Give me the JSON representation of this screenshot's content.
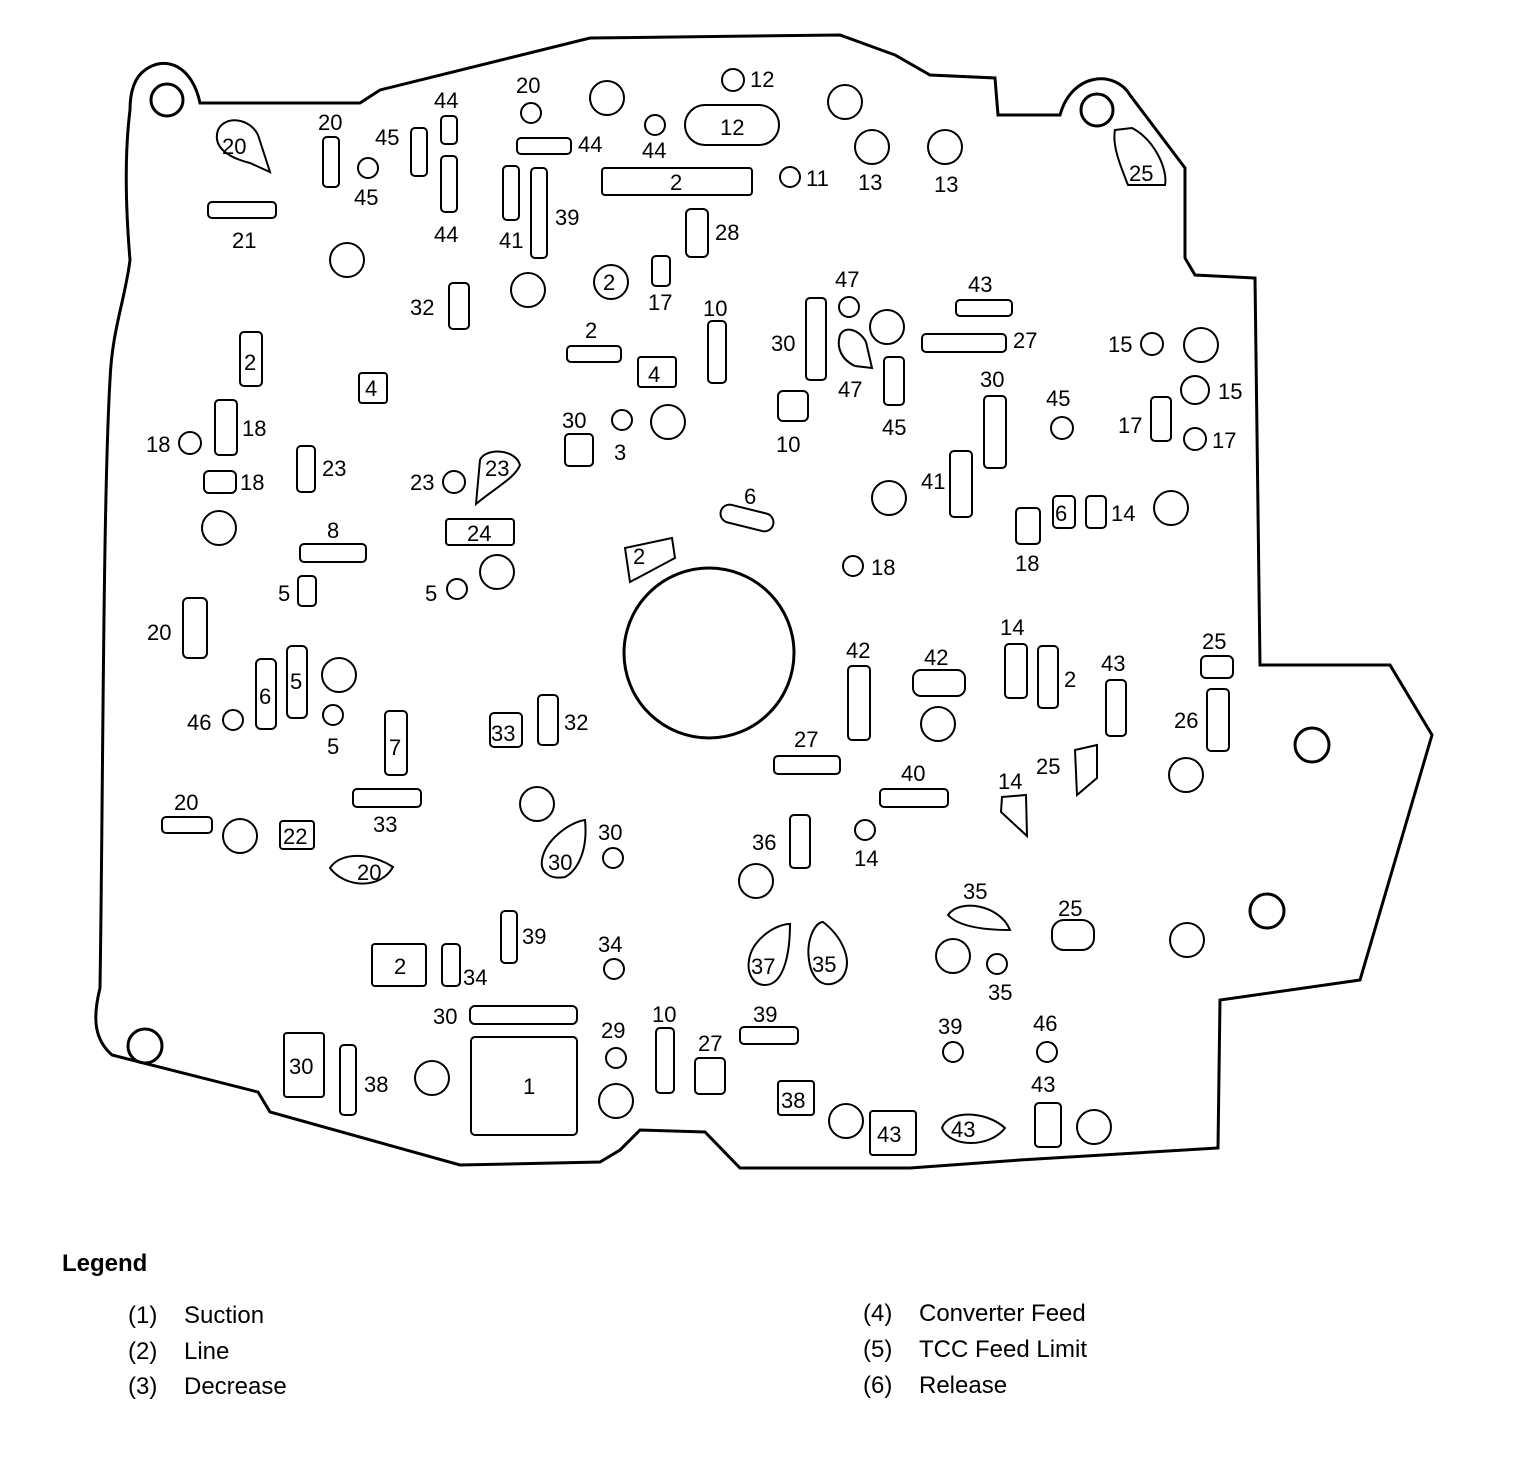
{
  "legend": {
    "title": "Legend",
    "items": [
      {
        "code": "(1)",
        "label": "Suction"
      },
      {
        "code": "(2)",
        "label": "Line"
      },
      {
        "code": "(3)",
        "label": "Decrease"
      },
      {
        "code": "(4)",
        "label": "Converter Feed"
      },
      {
        "code": "(5)",
        "label": "TCC Feed Limit"
      },
      {
        "code": "(6)",
        "label": "Release"
      }
    ]
  },
  "passage_labels": [
    "20",
    "21",
    "20",
    "45",
    "45",
    "44",
    "44",
    "44",
    "20",
    "44",
    "41",
    "39",
    "44",
    "12",
    "12",
    "2",
    "11",
    "13",
    "13",
    "28",
    "2",
    "17",
    "32",
    "2",
    "4",
    "30",
    "3",
    "10",
    "47",
    "47",
    "30",
    "10",
    "45",
    "43",
    "27",
    "30",
    "45",
    "15",
    "15",
    "17",
    "17",
    "25",
    "2",
    "4",
    "18",
    "18",
    "18",
    "23",
    "23",
    "23",
    "24",
    "8",
    "5",
    "5",
    "20",
    "6",
    "5",
    "46",
    "5",
    "7",
    "33",
    "32",
    "33",
    "6",
    "2",
    "42",
    "42",
    "41",
    "6",
    "14",
    "18",
    "18",
    "14",
    "2",
    "43",
    "25",
    "26",
    "27",
    "40",
    "14",
    "25",
    "20",
    "22",
    "20",
    "30",
    "30",
    "36",
    "14",
    "37",
    "35",
    "35",
    "25",
    "35",
    "2",
    "34",
    "39",
    "34",
    "30",
    "1",
    "29",
    "10",
    "27",
    "39",
    "39",
    "46",
    "43",
    "30",
    "38",
    "38",
    "43",
    "43"
  ]
}
